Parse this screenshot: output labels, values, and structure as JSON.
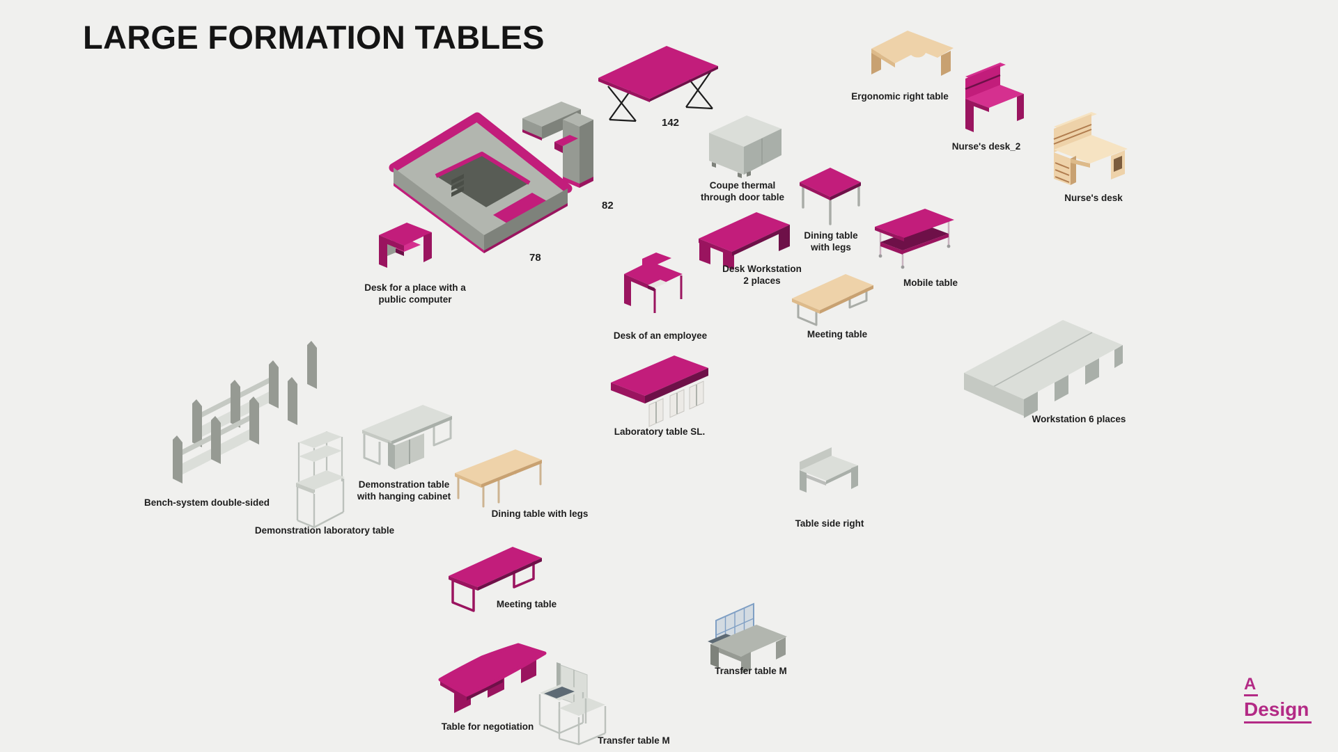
{
  "page": {
    "title": "LARGE FORMATION TABLES"
  },
  "colors": {
    "background": "#f0f0ee",
    "ink": "#1d1d1d",
    "magenta": "#c21d7b",
    "magenta_light": "#d5308f",
    "magenta_dark": "#9a145f",
    "magenta_deep": "#6e1048",
    "gray_top": "#b2b6af",
    "gray_front": "#969a93",
    "gray_side": "#7e827b",
    "gray_dark": "#585c55",
    "lightgray_top": "#dbded9",
    "lightgray_front": "#c5c9c3",
    "lightgray_side": "#a9afa9",
    "tan_top": "#eed2a9",
    "tan_front": "#ddba8a",
    "tan_side": "#c8a171",
    "tan_hl": "#f6e3c2",
    "glass_fill": "#d3dbe2",
    "glass_frame": "#7f9fc4",
    "leg_black": "#1c1c1c",
    "logo": "#b32a85"
  },
  "annotations": [
    {
      "text": "142"
    },
    {
      "text": "82"
    },
    {
      "text": "78"
    }
  ],
  "items": [
    {
      "label": "Ergonomic right table"
    },
    {
      "label": "Nurse's desk_2"
    },
    {
      "label": "Nurse's desk"
    },
    {
      "label": "Coupe thermal\nthrough door table"
    },
    {
      "label": "Dining table\nwith legs"
    },
    {
      "label": "Desk Workstation\n2 places"
    },
    {
      "label": "Mobile table"
    },
    {
      "label": "Meeting table"
    },
    {
      "label": "Desk for a place with a\npublic computer"
    },
    {
      "label": "Desk of an employee"
    },
    {
      "label": "Laboratory table SL."
    },
    {
      "label": "Workstation 6 places"
    },
    {
      "label": "Bench-system double-sided"
    },
    {
      "label": "Demonstration table\nwith hanging cabinet"
    },
    {
      "label": "Demonstration laboratory table"
    },
    {
      "label": "Dining table with legs"
    },
    {
      "label": "Table side right"
    },
    {
      "label": "Meeting table"
    },
    {
      "label": "Transfer table M"
    },
    {
      "label": "Table for negotiation"
    },
    {
      "label": "Transfer table M"
    }
  ],
  "logo": {
    "line1": "A",
    "line2": "Design"
  }
}
